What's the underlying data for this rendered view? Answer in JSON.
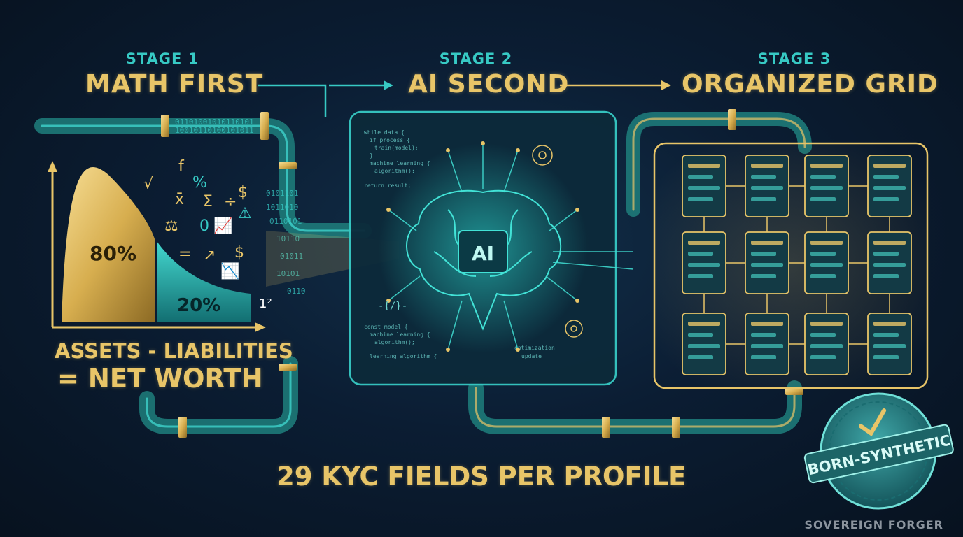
{
  "stages": [
    {
      "label": "STAGE 1",
      "title": "MATH FIRST"
    },
    {
      "label": "STAGE 2",
      "title": "AI SECOND"
    },
    {
      "label": "STAGE 3",
      "title": "ORGANIZED GRID"
    }
  ],
  "chart": {
    "left_pct": "80%",
    "right_pct": "20%"
  },
  "equation": {
    "line1": "ASSETS - LIABILITIES",
    "line2": "= NET WORTH"
  },
  "ai_label": "AI",
  "footer": "29 KYC FIELDS PER PROFILE",
  "stamp": "BORN-SYNTHETIC",
  "watermark": "SOVEREIGN FORGER",
  "colors": {
    "gold": "#e8c568",
    "teal": "#37c9c4",
    "background": "#0b1d33"
  }
}
